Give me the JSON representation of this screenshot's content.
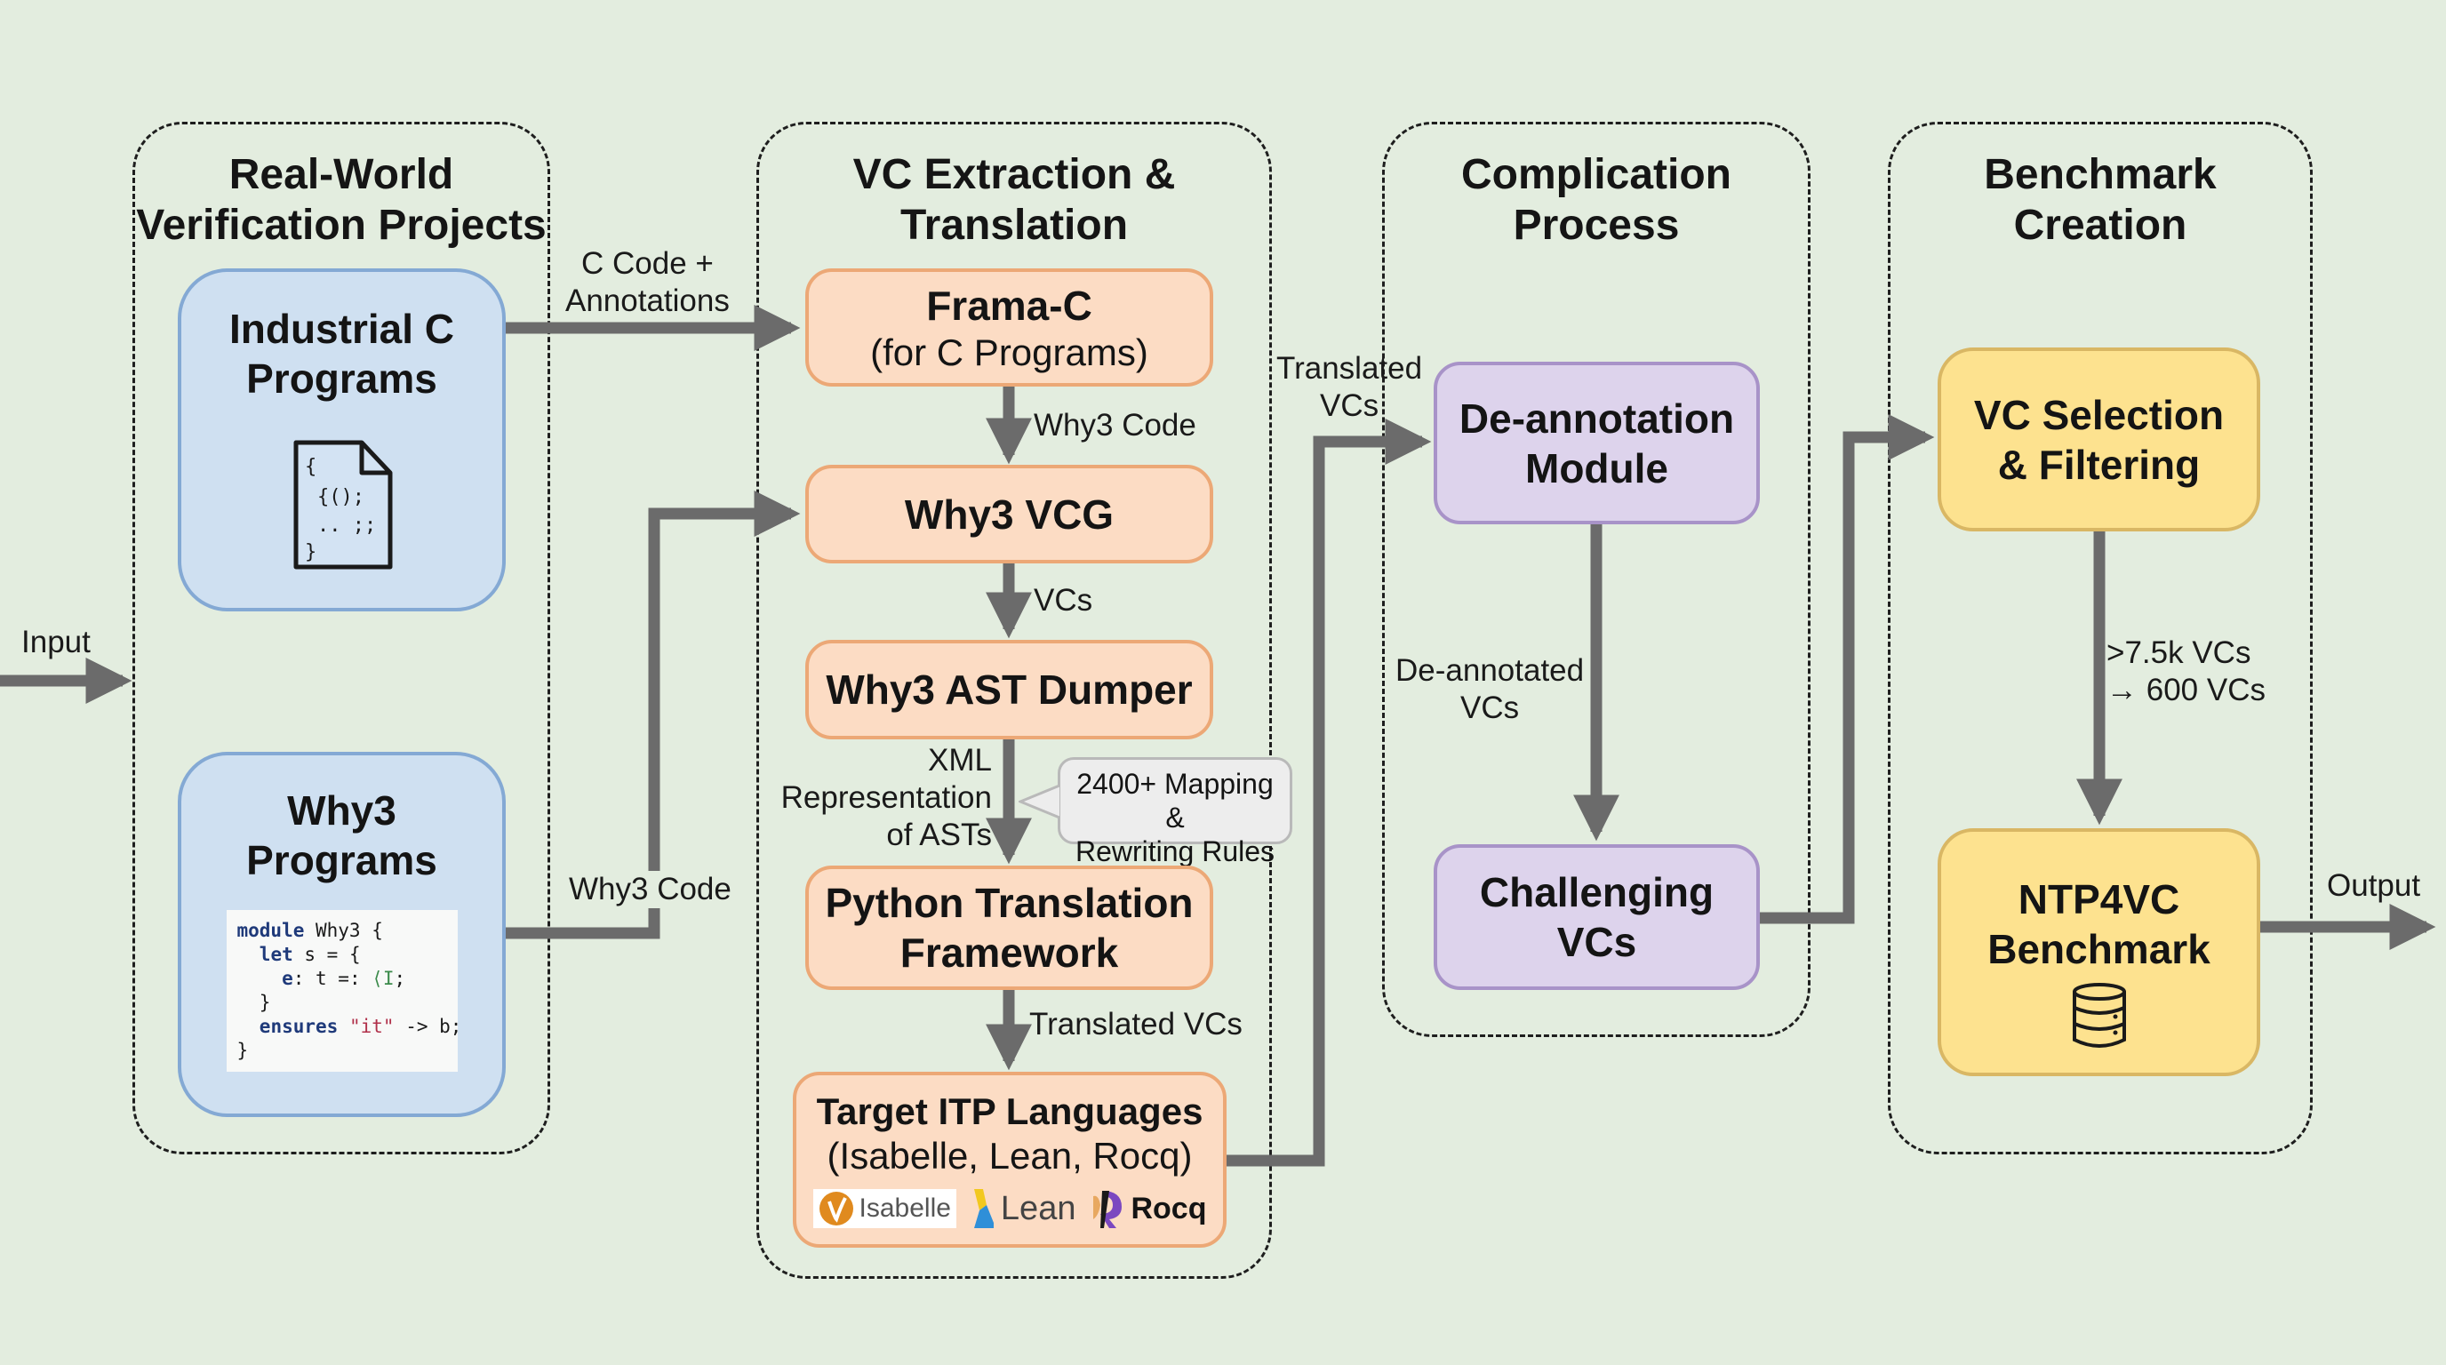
{
  "groups": [
    {
      "id": "real-world",
      "title": "Real-World\nVerification Projects"
    },
    {
      "id": "vc-extraction",
      "title": "VC Extraction &\nTranslation"
    },
    {
      "id": "complication",
      "title": "Complication\nProcess"
    },
    {
      "id": "benchmark",
      "title": "Benchmark\nCreation"
    }
  ],
  "nodes": {
    "industrial_c": {
      "title": "Industrial C\nPrograms",
      "icon": "code-file-icon",
      "icon_lines": [
        "{",
        "  {();",
        "   .. ;;",
        "}"
      ]
    },
    "why3_programs": {
      "title": "Why3\nPrograms",
      "code_lines": [
        "module Why3 {",
        "  let s = {",
        "    e: t =: ⟨I;",
        "  }",
        "  ensures \"it\" -> b;",
        "}"
      ]
    },
    "frama_c": {
      "title": "Frama-C",
      "subtitle": "(for C Programs)"
    },
    "why3_vcg": {
      "title": "Why3 VCG"
    },
    "why3_ast": {
      "title": "Why3 AST Dumper"
    },
    "python_translation": {
      "title": "Python Translation\nFramework"
    },
    "target_itp": {
      "title": "Target ITP Languages",
      "subtitle": "(Isabelle, Lean, Rocq)",
      "logos": [
        {
          "name": "Isabelle",
          "icon": "isabelle-logo-icon"
        },
        {
          "name": "Lean",
          "icon": "lean-logo-icon"
        },
        {
          "name": "Rocq",
          "icon": "rocq-logo-icon"
        }
      ]
    },
    "deannotation": {
      "title": "De-annotation\nModule"
    },
    "challenging": {
      "title": "Challenging\nVCs"
    },
    "vc_selection": {
      "title": "VC Selection\n& Filtering"
    },
    "ntp4vc": {
      "title": "NTP4VC\nBenchmark",
      "icon": "database-icon"
    }
  },
  "edge_labels": {
    "input": "Input",
    "c_code": "C Code +\nAnnotations",
    "why3_code_left": "Why3 Code",
    "why3_code_mid": "Why3 Code",
    "vcs": "VCs",
    "xml": "XML\nRepresentation\nof ASTs",
    "translated_vcs_mid": "Translated VCs",
    "translated_vcs_right": "Translated\nVCs",
    "deannotated": "De-annotated\nVCs",
    "filter": ">7.5k VCs\n→ 600 VCs",
    "output": "Output"
  },
  "callout": {
    "text": "2400+ Mapping &\nRewriting Rules"
  },
  "colors": {
    "blue": "#cfe0f1",
    "orange": "#fcdcc4",
    "purple": "#ddd3ec",
    "yellow": "#fde28f",
    "arrow": "#6b6b6b",
    "background": "#e3eddf"
  }
}
